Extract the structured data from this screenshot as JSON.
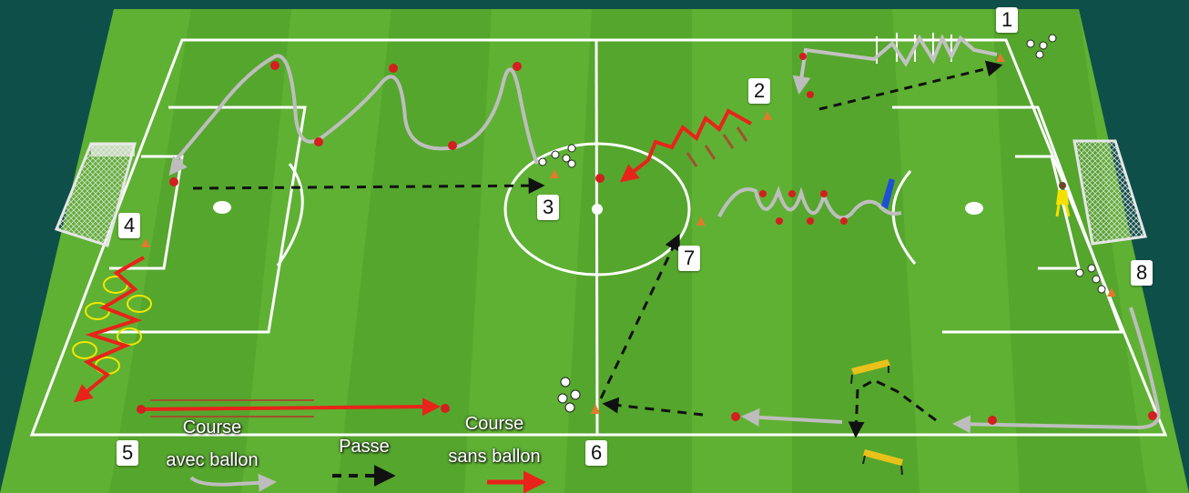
{
  "stations": [
    "1",
    "2",
    "3",
    "4",
    "5",
    "6",
    "7",
    "8"
  ],
  "legend": {
    "dribble_l1": "Course",
    "dribble_l2": "avec ballon",
    "pass": "Passe",
    "run_l1": "Course",
    "run_l2": "sans ballon"
  },
  "colors": {
    "field_light": "#5fb133",
    "field_dark": "#4e9e28",
    "line": "#ffffff",
    "pass_arrow": "#111111",
    "run_arrow": "#e8231a",
    "dribble_path": "#bfbfbf",
    "cone_red": "#d31f1f",
    "cone_orange": "#e07a2e",
    "ring_yellow": "#f2e600",
    "hurdle_yellow": "#e8c21a",
    "goalkeeper": "#f5e100"
  },
  "icons": [
    "soccer-ball-icon",
    "cone-icon",
    "goal-icon",
    "hurdle-icon",
    "goalkeeper-icon",
    "mannequin-icon"
  ]
}
